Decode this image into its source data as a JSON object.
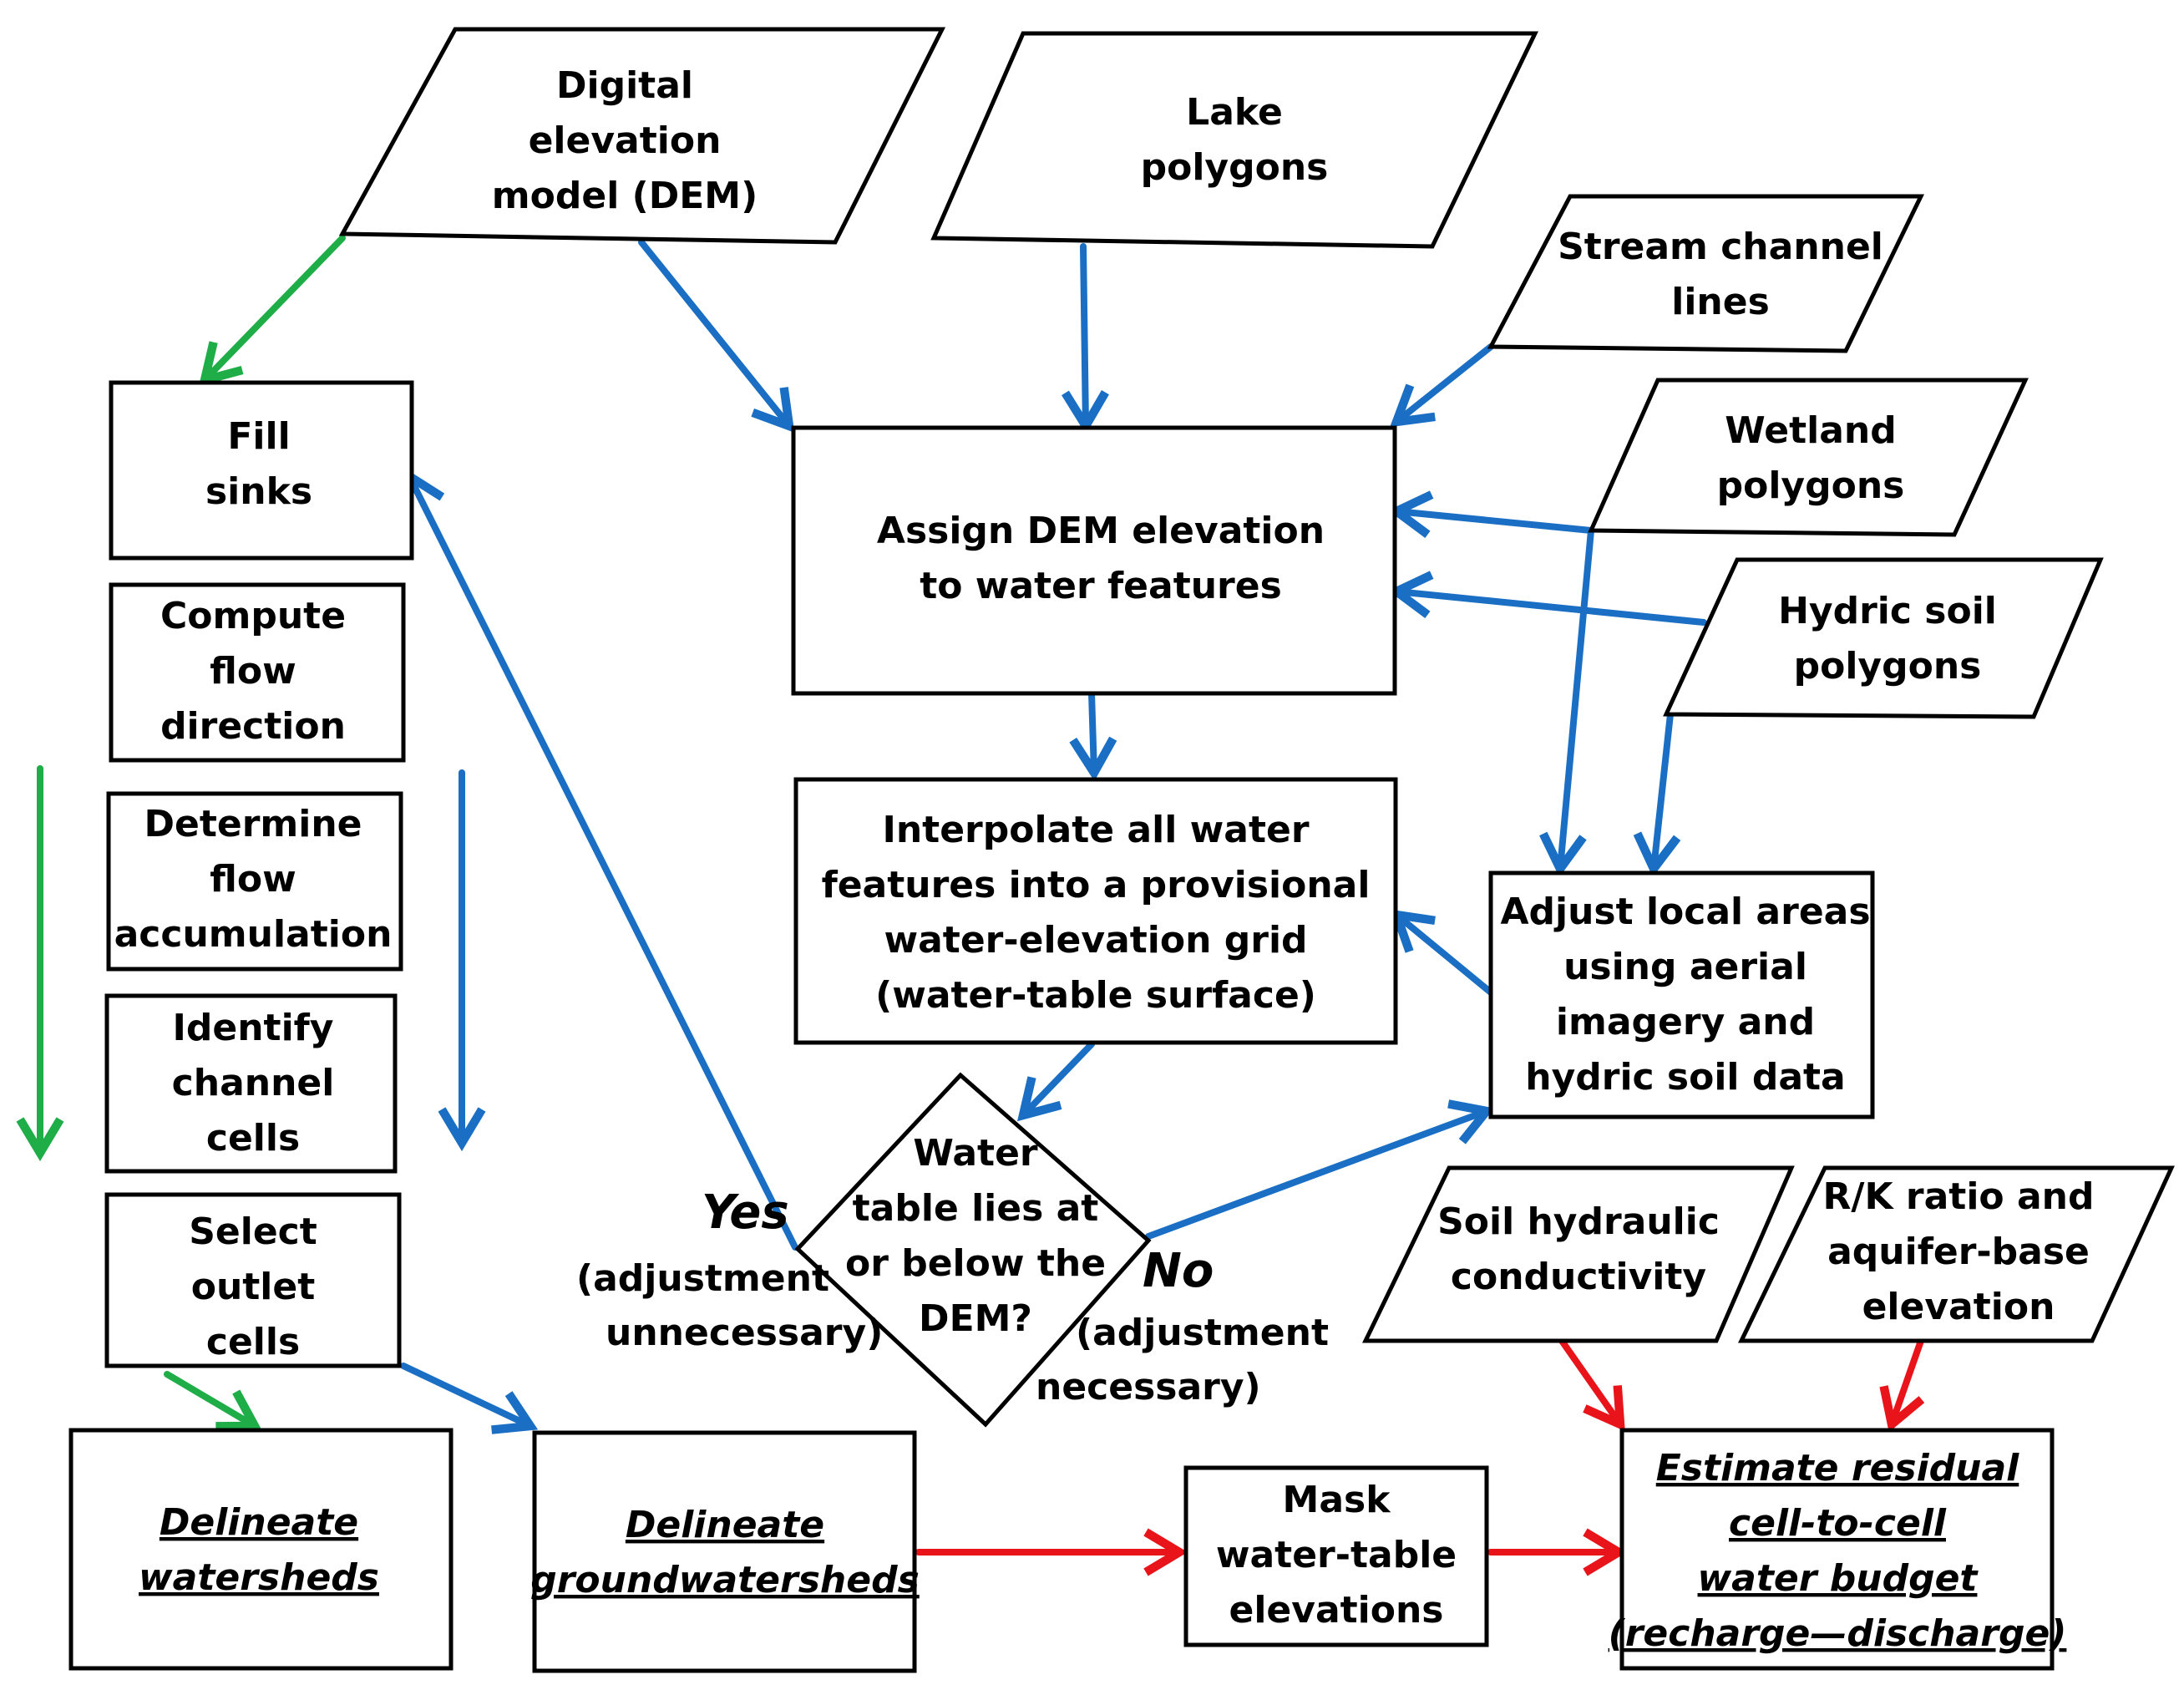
{
  "colors": {
    "blue": "#1a6fc4",
    "green": "#1fad47",
    "red": "#e8141a"
  },
  "nodes": [
    {
      "id": "dem",
      "shape": "parallelogram",
      "lines": [
        "Digital",
        "elevation",
        "model (DEM)"
      ]
    },
    {
      "id": "lake",
      "shape": "parallelogram",
      "lines": [
        "Lake",
        "polygons"
      ]
    },
    {
      "id": "stream",
      "shape": "parallelogram",
      "lines": [
        "Stream channel",
        "lines"
      ]
    },
    {
      "id": "wetland",
      "shape": "parallelogram",
      "lines": [
        "Wetland",
        "polygons"
      ]
    },
    {
      "id": "hydric",
      "shape": "parallelogram",
      "lines": [
        "Hydric soil",
        "polygons"
      ]
    },
    {
      "id": "fill",
      "shape": "rect",
      "lines": [
        "Fill",
        "sinks"
      ]
    },
    {
      "id": "flowdir",
      "shape": "rect",
      "lines": [
        "Compute",
        "flow",
        "direction"
      ]
    },
    {
      "id": "flowacc",
      "shape": "rect",
      "lines": [
        "Determine",
        "flow",
        "accumulation"
      ]
    },
    {
      "id": "channel",
      "shape": "rect",
      "lines": [
        "Identify",
        "channel",
        "cells"
      ]
    },
    {
      "id": "outlet",
      "shape": "rect",
      "lines": [
        "Select",
        "outlet",
        "cells"
      ]
    },
    {
      "id": "assign",
      "shape": "rect",
      "lines": [
        "Assign DEM elevation",
        "to water features"
      ]
    },
    {
      "id": "interp",
      "shape": "rect",
      "lines": [
        "Interpolate all water",
        "features into a provisional",
        "water-elevation grid",
        "(water-table surface)"
      ]
    },
    {
      "id": "adjust",
      "shape": "rect",
      "lines": [
        "Adjust local areas",
        "using aerial",
        "imagery and",
        "hydric soil data"
      ]
    },
    {
      "id": "decision",
      "shape": "diamond",
      "lines": [
        "Water",
        "table lies at",
        "or below the",
        "DEM?"
      ]
    },
    {
      "id": "soilk",
      "shape": "parallelogram",
      "lines": [
        "Soil hydraulic",
        "conductivity"
      ]
    },
    {
      "id": "rk",
      "shape": "parallelogram",
      "lines": [
        "R/K ratio and",
        "aquifer-base",
        "elevation"
      ]
    },
    {
      "id": "watersheds",
      "shape": "rect",
      "italic": true,
      "lines": [
        "Delineate",
        "watersheds"
      ]
    },
    {
      "id": "gwsheds",
      "shape": "rect",
      "italic": true,
      "lines": [
        "Delineate",
        "groundwatersheds"
      ]
    },
    {
      "id": "mask",
      "shape": "rect",
      "lines": [
        "Mask",
        "water-table",
        "elevations"
      ]
    },
    {
      "id": "budget",
      "shape": "rect",
      "italic": true,
      "lines": [
        "Estimate residual",
        "cell-to-cell",
        "water budget",
        "(recharge—discharge)"
      ]
    }
  ],
  "labels": [
    {
      "id": "yes",
      "text": "Yes",
      "style": "big"
    },
    {
      "id": "yes-sub1",
      "text": "(adjustment",
      "style": "small"
    },
    {
      "id": "yes-sub2",
      "text": "unnecessary)",
      "style": "small"
    },
    {
      "id": "no",
      "text": "No",
      "style": "big"
    },
    {
      "id": "no-sub1",
      "text": "(adjustment",
      "style": "small"
    },
    {
      "id": "no-sub2",
      "text": "necessary)",
      "style": "small"
    }
  ],
  "edges": [
    {
      "id": "dem-to-fill",
      "color": "green"
    },
    {
      "id": "dem-to-assign",
      "color": "blue"
    },
    {
      "id": "lake-to-assign",
      "color": "blue"
    },
    {
      "id": "stream-to-assign",
      "color": "blue"
    },
    {
      "id": "wetland-to-assign",
      "color": "blue"
    },
    {
      "id": "hydric-to-assign",
      "color": "blue"
    },
    {
      "id": "wetland-to-adjust",
      "color": "blue"
    },
    {
      "id": "hydric-to-adjust",
      "color": "blue"
    },
    {
      "id": "assign-to-interp",
      "color": "blue"
    },
    {
      "id": "adjust-to-interp",
      "color": "blue"
    },
    {
      "id": "interp-to-decision",
      "color": "blue"
    },
    {
      "id": "decision-to-adjust",
      "color": "blue"
    },
    {
      "id": "decision-to-fill",
      "color": "blue"
    },
    {
      "id": "left-green-down",
      "color": "green"
    },
    {
      "id": "left-blue-down",
      "color": "blue"
    },
    {
      "id": "outlet-to-watersheds",
      "color": "green"
    },
    {
      "id": "outlet-to-gwsheds",
      "color": "blue"
    },
    {
      "id": "gwsheds-to-mask",
      "color": "red"
    },
    {
      "id": "mask-to-budget",
      "color": "red"
    },
    {
      "id": "soilk-to-budget",
      "color": "red"
    },
    {
      "id": "rk-to-budget",
      "color": "red"
    }
  ]
}
